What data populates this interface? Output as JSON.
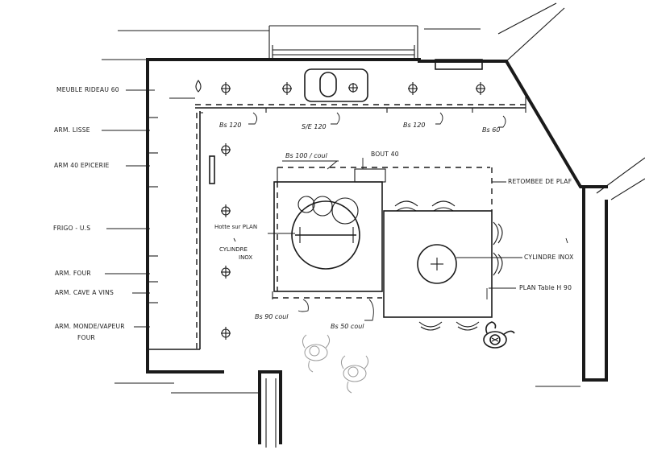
{
  "left_labels": {
    "meuble_rideau": "MEUBLE RIDEAU 60",
    "arm_lisse": "ARM. LISSE",
    "arm_epicerie": "ARM 40 EPICERIE",
    "frigo": "FRIGO - U.S",
    "arm_four": "ARM. FOUR",
    "arm_cave": "ARM. CAVE A VINS",
    "arm_monde_vapeur_line1": "ARM. MONDE/VAPEUR",
    "arm_monde_vapeur_line2": "FOUR"
  },
  "top_labels": {
    "bs_120_left": "Bs 120",
    "se_120": "S/E 120",
    "bs_120_right": "Bs 120",
    "bs_60": "Bs 60"
  },
  "island_labels": {
    "bs_100_coul": "Bs 100 / coul",
    "bout_40": "BOUT 40",
    "retombee": "RETOMBEE DE PLAF",
    "hotte_line1": "Hotte sur PLAN",
    "cylindre_left_line1": "CYLINDRE",
    "cylindre_left_line2": "INOX",
    "cylindre_right": "CYLINDRE INOX",
    "plan_table": "PLAN Table H 90",
    "bs_90_coul": "Bs 90 coul",
    "bs_50_coul": "Bs 50 coul"
  }
}
